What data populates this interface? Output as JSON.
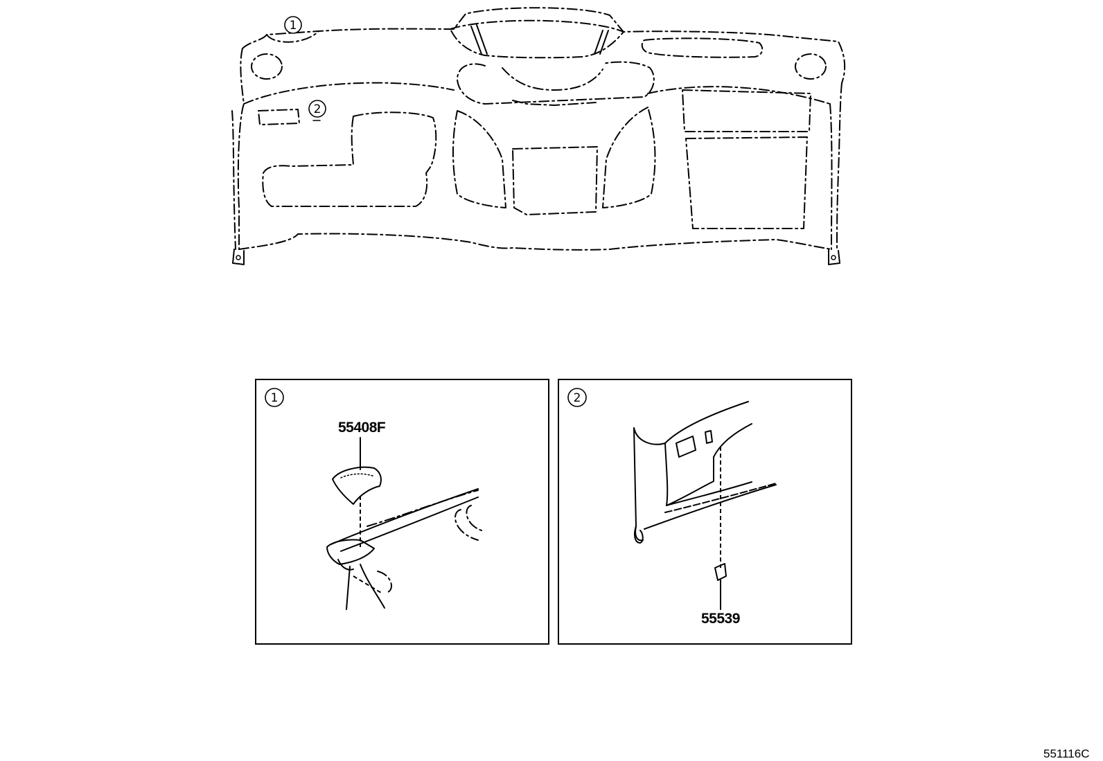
{
  "overview": {
    "callout_1": "1",
    "callout_2": "2"
  },
  "detail_1": {
    "callout": "1",
    "part_number": "55408F"
  },
  "detail_2": {
    "callout": "2",
    "part_number": "55539"
  },
  "illustration_code": "551116C"
}
